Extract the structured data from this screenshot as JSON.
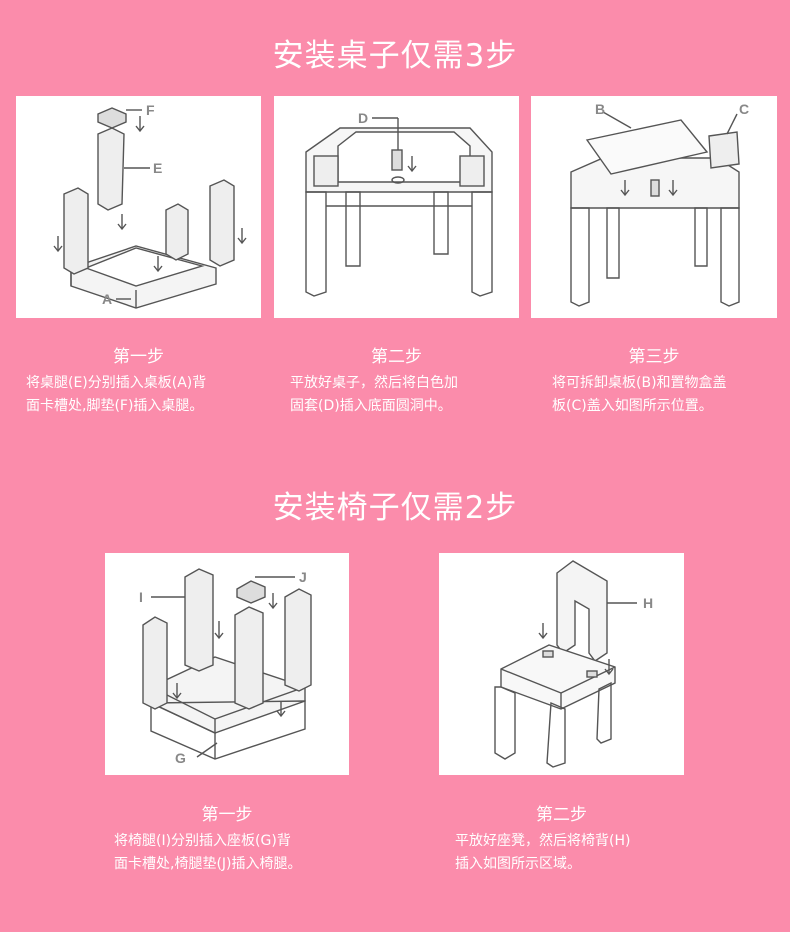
{
  "table_section": {
    "heading": "安装桌子仅需3步",
    "steps": [
      {
        "title": "第一步",
        "desc_line1": "将桌腿(E)分别插入桌板(A)背",
        "desc_line2": "面卡槽处,脚垫(F)插入桌腿。",
        "labels": {
          "a": "A",
          "e": "E",
          "f": "F"
        }
      },
      {
        "title": "第二步",
        "desc_line1": "平放好桌子，然后将白色加",
        "desc_line2": "固套(D)插入底面圆洞中。",
        "labels": {
          "d": "D"
        }
      },
      {
        "title": "第三步",
        "desc_line1": "将可拆卸桌板(B)和置物盒盖",
        "desc_line2": "板(C)盖入如图所示位置。",
        "labels": {
          "b": "B",
          "c": "C"
        }
      }
    ]
  },
  "chair_section": {
    "heading": "安装椅子仅需2步",
    "steps": [
      {
        "title": "第一步",
        "desc_line1": "将椅腿(I)分别插入座板(G)背",
        "desc_line2": "面卡槽处,椅腿垫(J)插入椅腿。",
        "labels": {
          "i": "I",
          "j": "J",
          "g": "G"
        }
      },
      {
        "title": "第二步",
        "desc_line1": "平放好座凳，然后将椅背(H)",
        "desc_line2": "插入如图所示区域。",
        "labels": {
          "h": "H"
        }
      }
    ]
  },
  "colors": {
    "background": "#fb8cab",
    "text": "#ffffff",
    "line_art": "#555555"
  }
}
